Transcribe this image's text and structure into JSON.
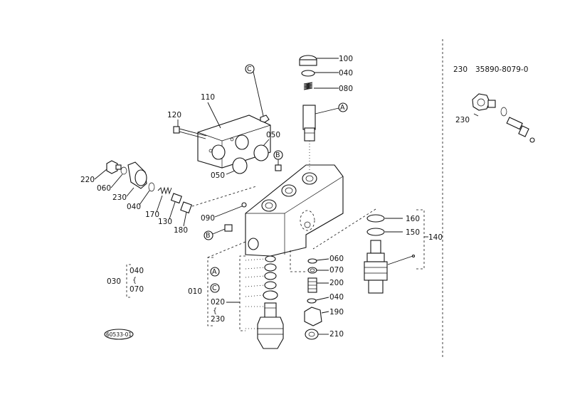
{
  "header": {
    "ref_no": "230",
    "part_number": "35890-8079-0"
  },
  "callouts": {
    "c100": "100",
    "c040a": "040",
    "c080": "080",
    "c110": "110",
    "c120": "120",
    "c050a": "050",
    "c050b": "050",
    "c220": "220",
    "c060a": "060",
    "c230a": "230",
    "c040b": "040",
    "c170": "170",
    "c130": "130",
    "c180": "180",
    "c090": "090",
    "c160": "160",
    "c150": "150",
    "c140": "140",
    "c060b": "060",
    "c070": "070",
    "c200": "200",
    "c040c": "040",
    "c190": "190",
    "c210": "210",
    "c010": "010",
    "c020": "020",
    "c230b": "230",
    "c230c": "230",
    "c030": "030",
    "c030_top": "040",
    "c030_bot": "070"
  },
  "markers": {
    "A": "A",
    "B": "B",
    "C": "C"
  },
  "stamp": "60533-01"
}
